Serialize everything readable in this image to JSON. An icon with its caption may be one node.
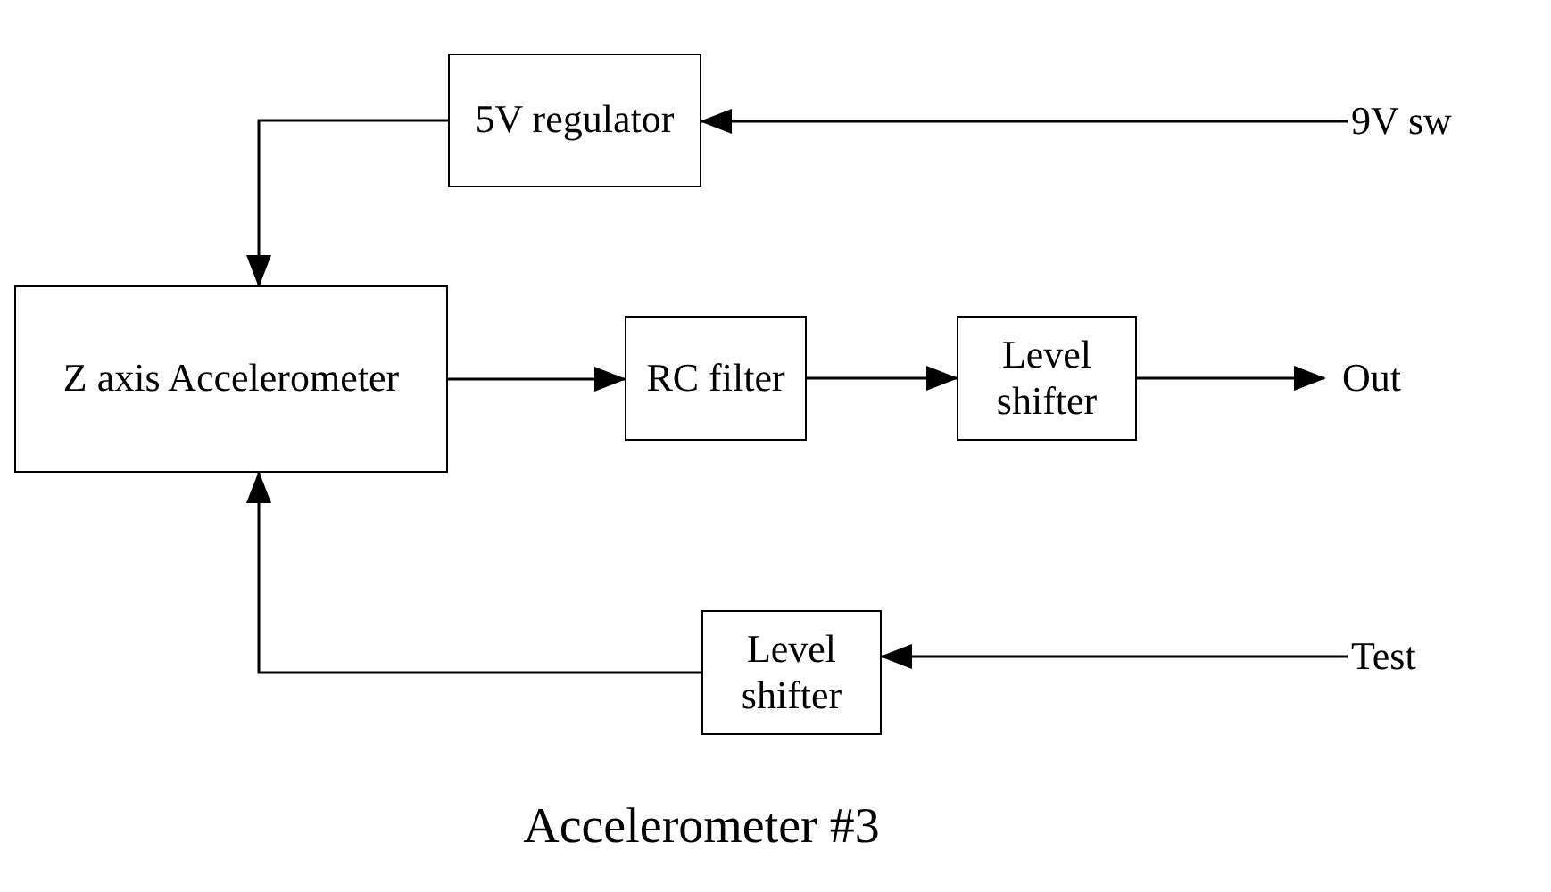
{
  "diagram": {
    "caption": "Accelerometer #3",
    "nodes": [
      {
        "text": [
          "5V regulator"
        ]
      },
      {
        "text": [
          "9V sw"
        ]
      },
      {
        "text": [
          "Z axis Accelerometer"
        ]
      },
      {
        "text": [
          "RC filter"
        ]
      },
      {
        "text": [
          "Level shifter"
        ]
      },
      {
        "text": [
          "Out"
        ]
      },
      {
        "text": [
          "Level shifter"
        ]
      },
      {
        "text": [
          "Test"
        ]
      }
    ],
    "edges": [
      {
        "from": 1,
        "to": 0,
        "arrow": "to"
      },
      {
        "from": 0,
        "to": 2,
        "arrow": "to"
      },
      {
        "from": 2,
        "to": 3,
        "arrow": "to"
      },
      {
        "from": 3,
        "to": 4,
        "arrow": "to"
      },
      {
        "from": 4,
        "to": 5,
        "arrow": "to"
      },
      {
        "from": 7,
        "to": 6,
        "arrow": "to"
      },
      {
        "from": 6,
        "to": 2,
        "arrow": "to"
      }
    ]
  }
}
